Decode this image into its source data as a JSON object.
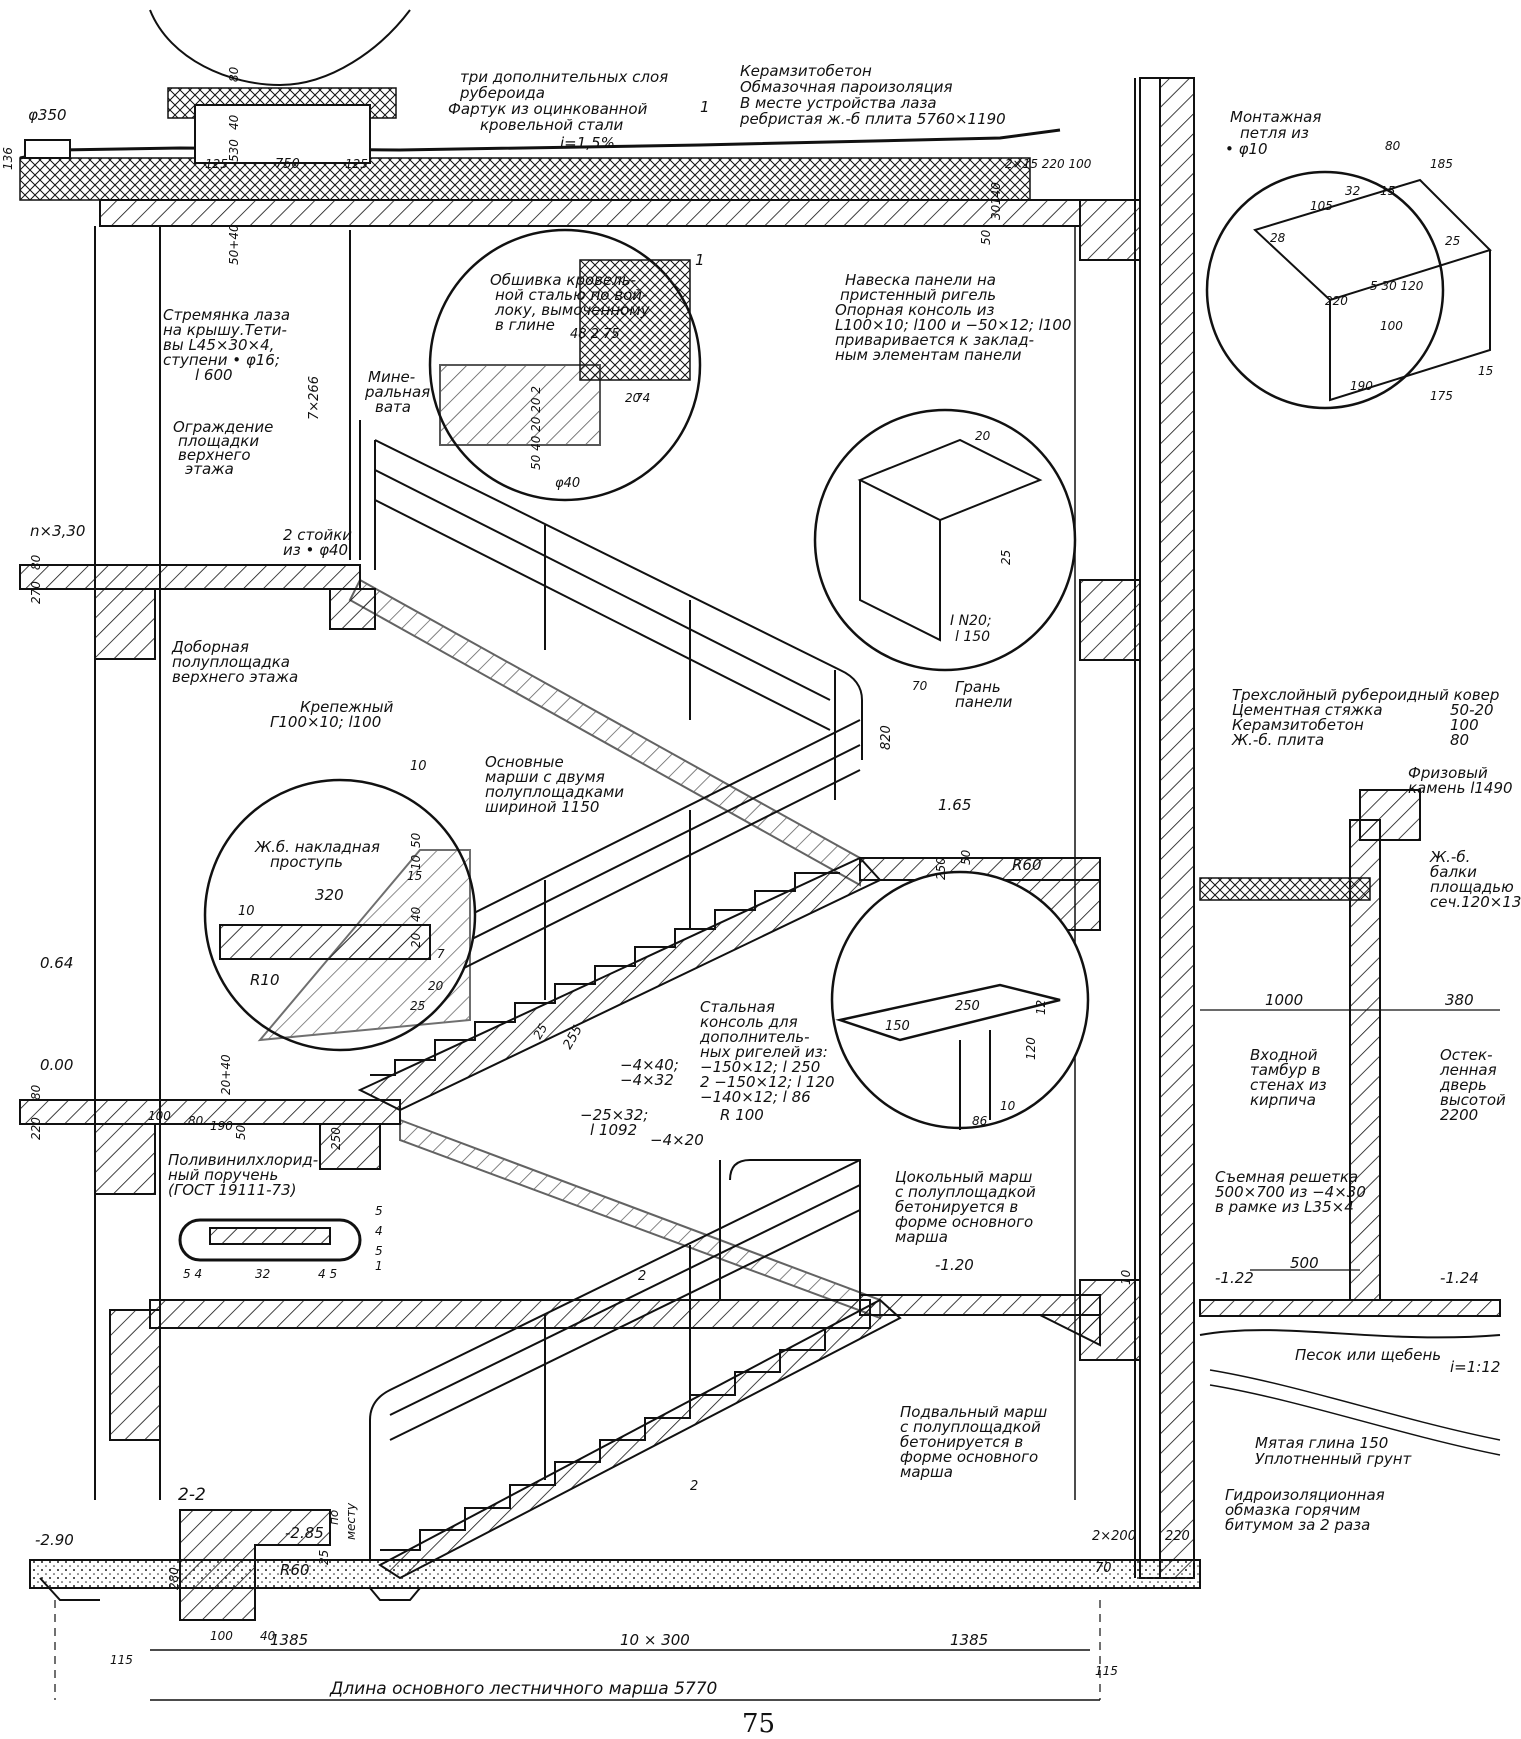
{
  "page_number": "75",
  "labels": {
    "d350": "φ350",
    "dim136": "136",
    "roof_n1": "три дополнительных слоя",
    "roof_n2": "рубероида",
    "roof_n3": "Фартук из оцинкованной",
    "roof_n4": "кровельной стали",
    "slope1": "i=1,5%",
    "cer1": "Керамзитобетон",
    "cer2": "Обмазочная пароизоляция",
    "cer3": "В месте устройства лаза",
    "cer4": "ребристая ж.-б плита 5760×1190",
    "sec1": "1",
    "sec1b": "1",
    "d80": "80",
    "d40a": "40",
    "d530": "530",
    "d125a": "125",
    "d750": "750",
    "d125b": "125",
    "d50_40": "50+40",
    "d2x15": "2×15 220 100",
    "d140": "140",
    "d30": "30",
    "d50a": "50",
    "mont1": "Монтажная",
    "mont2": "петля из",
    "mont3": "• φ10",
    "m80": "80",
    "m185": "185",
    "m105": "105",
    "m32": "32",
    "m15": "15",
    "m28": "28",
    "m25": "25",
    "m530": "5 30 120",
    "m220": "220",
    "m100": "100",
    "m190": "190",
    "m175": "175",
    "m15b": "15",
    "ob1": "Обшивка кровель-",
    "ob2": "ной сталью по вой-",
    "ob3": "локу, вымоченному",
    "ob4": "в глине",
    "ob48": "48  2  75",
    "ob20": "20",
    "ob74": "74",
    "ob_side": "50 40 20 20 2",
    "phi40": "φ40",
    "min1": "Мине-",
    "min2": "ральная",
    "min3": "вата",
    "nav1": "Навеска панели на",
    "nav2": "пристенный ригель",
    "nav3": "Опорная консоль из",
    "nav4": "L100×10; l100 и −50×12; l100",
    "nav5": "приваривается к заклад-",
    "nav6": "ным элементам панели",
    "in20": "I N20;",
    "l150": "l 150",
    "n20": "20",
    "n25": "25",
    "n70": "70",
    "gr1": "Грань",
    "gr2": "панели",
    "str1": "Стремянка лаза",
    "str2": "на крышу.Тети-",
    "str3": "вы L45×30×4,",
    "str4": "ступени • φ16;",
    "str5": "l 600",
    "d7x266": "7×266",
    "og1": "Ограждение",
    "og2": "площадки",
    "og3": "верхнего",
    "og4": "этажа",
    "st1": "2 стойки",
    "st2": "из • φ40",
    "lvl330": "n×3,30",
    "d270": "270",
    "d80b": "80",
    "dob1": "Доборная",
    "dob2": "полуплощадка",
    "dob3": "верхнего этажа",
    "kr1": "Крепежный",
    "kr2": "Γ100×10; l100",
    "osn1": "Основные",
    "osn2": "марши с двумя",
    "osn3": "полуплощадками",
    "osn4": "шириной 1150",
    "d820": "820",
    "d10": "10",
    "lvl165": "1.65",
    "d250a": "250",
    "d50b": "50",
    "r60": "R60",
    "nak1": "Ж.б. накладная",
    "nak2": "проступь",
    "n320": "320",
    "n10": "10",
    "n50": "50",
    "n10b": "10",
    "n15": "15",
    "n40": "40",
    "n20b": "20",
    "n7": "7",
    "n20c": "20",
    "r10": "R10",
    "n25b": "25",
    "roof_spec1": "Трехслойный рубероидный ковер",
    "roof_spec2": "Цементная стяжка",
    "roof_v2": "50-20",
    "roof_spec3": "Керамзитобетон",
    "roof_v3": "100",
    "roof_spec4": "Ж.-б. плита",
    "roof_v4": "80",
    "fr1": "Фризовый",
    "fr2": "камень l1490",
    "bal1": "Ж.-б.",
    "bal2": "балки",
    "bal3": "площадью",
    "bal4": "сеч.120×130",
    "lvl064": "0.64",
    "lvl000": "0.00",
    "stal1": "Стальная",
    "stal2": "консоль для",
    "stal3": "дополнитель-",
    "stal4": "ных ригелей из:",
    "stal5": "−150×12; l 250",
    "stal6": "2 −150×12; l 120",
    "stal7": "−140×12; l 86",
    "m4x40": "−4×40;",
    "m4x32": "−4×32",
    "c150": "150",
    "c250": "250",
    "c12": "12",
    "c120": "120",
    "c86": "86",
    "c10": "10",
    "d255": "255",
    "d25": "25",
    "w1000": "1000",
    "w380": "380",
    "vh1": "Входной",
    "vh2": "тамбур в",
    "vh3": "стенах из",
    "vh4": "кирпича",
    "os1": "Остек-",
    "os2": "ленная",
    "os3": "дверь",
    "os4": "высотой",
    "os5": "2200",
    "d20_40": "20+40",
    "d220": "220",
    "d80c": "80",
    "d100": "100",
    "d190": "190",
    "d80d": "80",
    "d50c": "50",
    "d250b": "250",
    "m25x32": "−25×32;",
    "l1092": "l 1092",
    "m4x20": "−4×20",
    "r100": "R 100",
    "pv1": "Поливинилхлорид-",
    "pv2": "ный поручень",
    "pv3": "(ГОСТ 19111-73)",
    "h5a": "5",
    "h4": "4",
    "h5b": "5",
    "h1": "1",
    "hb54": "5  4",
    "hb32": "32",
    "hb45": "4  5",
    "cok1": "Цокольный марш",
    "cok2": "с полуплощадкой",
    "cok3": "бетонируется в",
    "cok4": "форме основного",
    "cok5": "марша",
    "sr1": "Съемная решетка",
    "sr2": "500×700 из −4×30",
    "sr3": "в рамке из L35×4",
    "lvl120": "-1.20",
    "lvl122": "-1.22",
    "d500": "500",
    "lvl124": "-1.24",
    "d10b": "10",
    "pes": "Песок или щебень",
    "slope2": "i=1:12",
    "s22": "2-2",
    "d280": "280",
    "r60b": "R60",
    "d25b": "25",
    "po": "по",
    "mestu": "месту",
    "d100b": "100",
    "d40b": "40",
    "pod1": "Подвальный марш",
    "pod2": "с полуплощадкой",
    "pod3": "бетонируется в",
    "pod4": "форме основного",
    "pod5": "марша",
    "gl1": "Мятая глина 150",
    "gl2": "Уплотненный грунт",
    "gid1": "Гидроизоляционная",
    "gid2": "обмазка горячим",
    "gid3": "битумом за 2 раза",
    "d2x200": "2×200",
    "d220b": "220",
    "d70": "70",
    "lvl290": "-2.90",
    "lvl285": "-2.85",
    "mark2a": "2",
    "mark2b": "2",
    "b1385a": "1385",
    "b10x300": "10 × 300",
    "b1385b": "1385",
    "b115a": "115",
    "b115b": "115",
    "total": "Длина основного лестничного марша 5770"
  }
}
